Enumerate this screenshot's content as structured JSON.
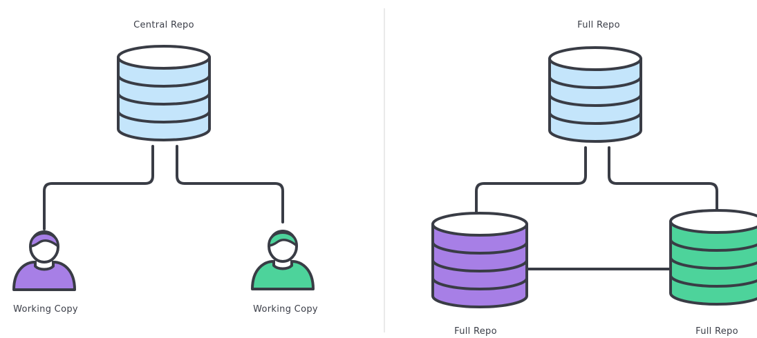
{
  "left_panel": {
    "title": "Central Repo",
    "clients": [
      {
        "label": "Working Copy",
        "color": "#a77fe6"
      },
      {
        "label": "Working Copy",
        "color": "#4dd39b"
      }
    ],
    "repo_color": "#c4e5fb"
  },
  "right_panel": {
    "title": "Full Repo",
    "repos": [
      {
        "label": "Full Repo",
        "color": "#a77fe6"
      },
      {
        "label": "Full Repo",
        "color": "#4dd39b"
      }
    ],
    "repo_color": "#c4e5fb"
  },
  "colors": {
    "stroke": "#393c45",
    "divider": "#e3e3e3",
    "text": "#3a3d47"
  }
}
